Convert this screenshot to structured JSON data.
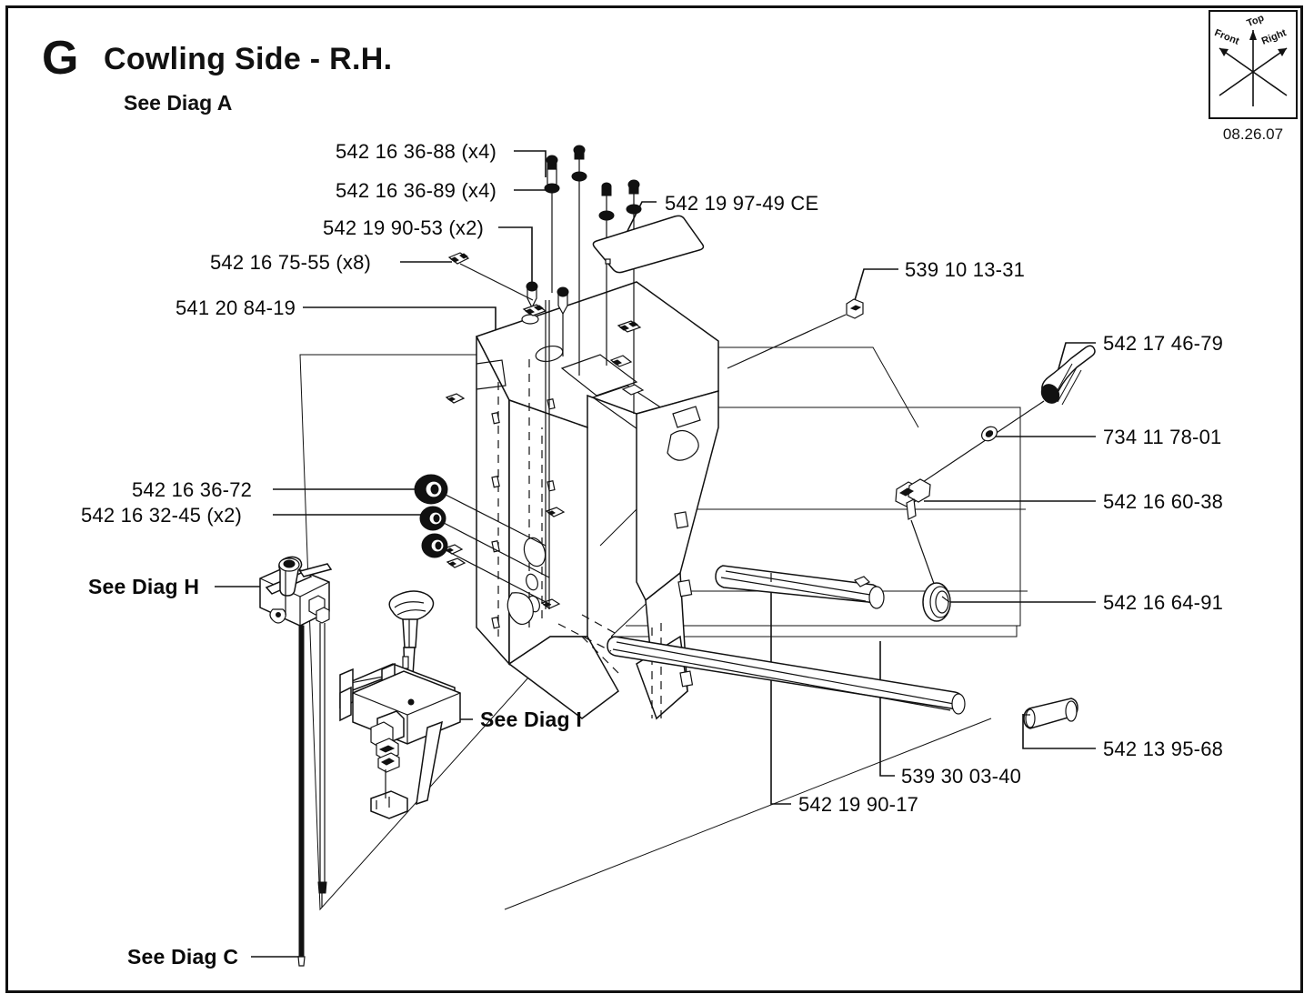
{
  "page": {
    "section_letter": "G",
    "title": "Cowling Side - R.H.",
    "subtitle": "See Diag A",
    "date_code": "08.26.07",
    "background": "#ffffff",
    "ink": "#111111"
  },
  "compass": {
    "top": "Top",
    "front": "Front",
    "right": "Right"
  },
  "labels": {
    "top_left": [
      {
        "part": "542 16 36-88",
        "qty": "(x4)"
      },
      {
        "part": "542 16 36-89",
        "qty": "(x4)"
      },
      {
        "part": "542 19 90-53",
        "qty": "(x2)"
      },
      {
        "part": "542 16 75-55",
        "qty": "(x8)"
      },
      {
        "part": "541 20 84-19",
        "qty": ""
      }
    ],
    "top_center": {
      "part": "542 19 97-49",
      "qty": "CE"
    },
    "mid_left": [
      {
        "part": "542 16 36-72",
        "qty": ""
      },
      {
        "part": "542 16 32-45",
        "qty": "(x2)"
      }
    ],
    "right": [
      {
        "part": "539 10 13-31",
        "qty": ""
      },
      {
        "part": "542 17 46-79",
        "qty": ""
      },
      {
        "part": "734 11 78-01",
        "qty": ""
      },
      {
        "part": "542 16 60-38",
        "qty": ""
      },
      {
        "part": "542 16 64-91",
        "qty": ""
      },
      {
        "part": "542 13 95-68",
        "qty": ""
      }
    ],
    "bottom": [
      {
        "part": "539 30 03-40",
        "qty": ""
      },
      {
        "part": "542 19 90-17",
        "qty": ""
      }
    ],
    "diag_refs": [
      {
        "text": "See Diag H"
      },
      {
        "text": "See Diag I"
      },
      {
        "text": "See Diag C"
      }
    ]
  }
}
